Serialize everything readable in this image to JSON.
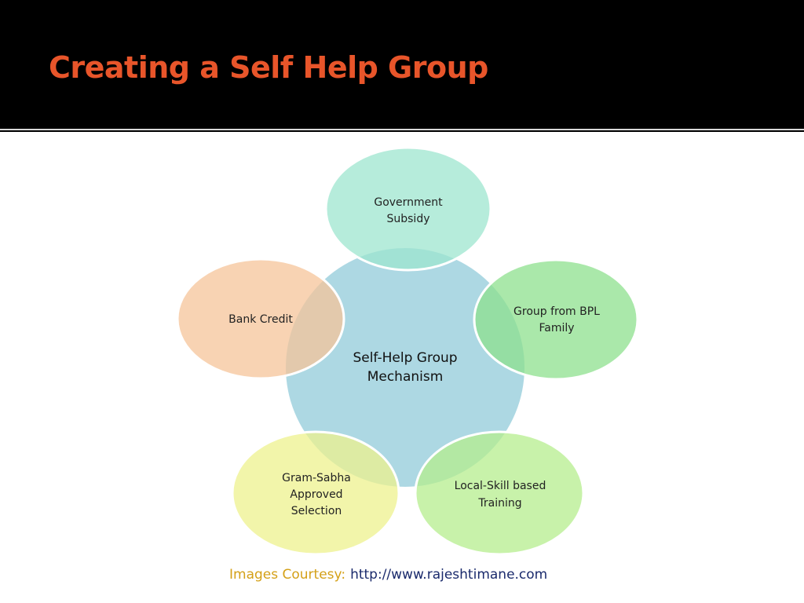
{
  "slide": {
    "title": "Creating a Self Help Group"
  },
  "diagram": {
    "center": {
      "line1": "Self-Help Group",
      "line2": "Mechanism",
      "color": "#9fd1de"
    },
    "nodes": [
      {
        "id": "government-subsidy",
        "lines": [
          "Government",
          "Subsidy"
        ],
        "color": "#9ee6cf"
      },
      {
        "id": "group-from-bpl",
        "lines": [
          "Group from BPL",
          "Family"
        ],
        "color": "#8ee08e"
      },
      {
        "id": "local-skill-training",
        "lines": [
          "Local-Skill based",
          "Training"
        ],
        "color": "#b6ee8e"
      },
      {
        "id": "gram-sabha-selection",
        "lines": [
          "Gram-Sabha",
          "Approved",
          "Selection"
        ],
        "color": "#eef28e"
      },
      {
        "id": "bank-credit",
        "lines": [
          "Bank Credit"
        ],
        "color": "#f5c49a"
      }
    ]
  },
  "courtesy": {
    "label": "Images Courtesy:",
    "url": "http://www.rajeshtimane.com"
  },
  "colors": {
    "title": "#e8552a",
    "background": "#000000",
    "content_background": "#ffffff"
  }
}
